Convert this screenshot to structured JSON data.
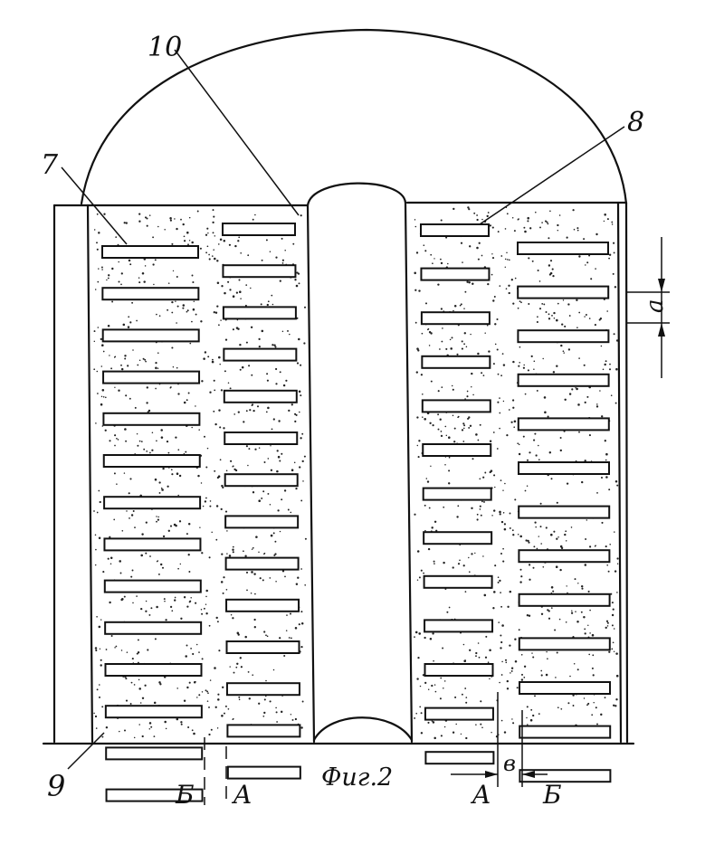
{
  "figure": {
    "caption": "Фиг.2",
    "labels": {
      "part_7": "7",
      "part_8": "8",
      "part_9": "9",
      "part_10": "10"
    },
    "dimensions": {
      "a": "a",
      "b": "в"
    },
    "section_marks": {
      "left_B": "Б",
      "left_A": "A",
      "right_A": "A",
      "right_B": "Б"
    },
    "left_outer_plate_count": 14,
    "left_inner_plate_count": 14,
    "right_outer_plate_count": 13,
    "right_inner_plate_count": 13
  }
}
